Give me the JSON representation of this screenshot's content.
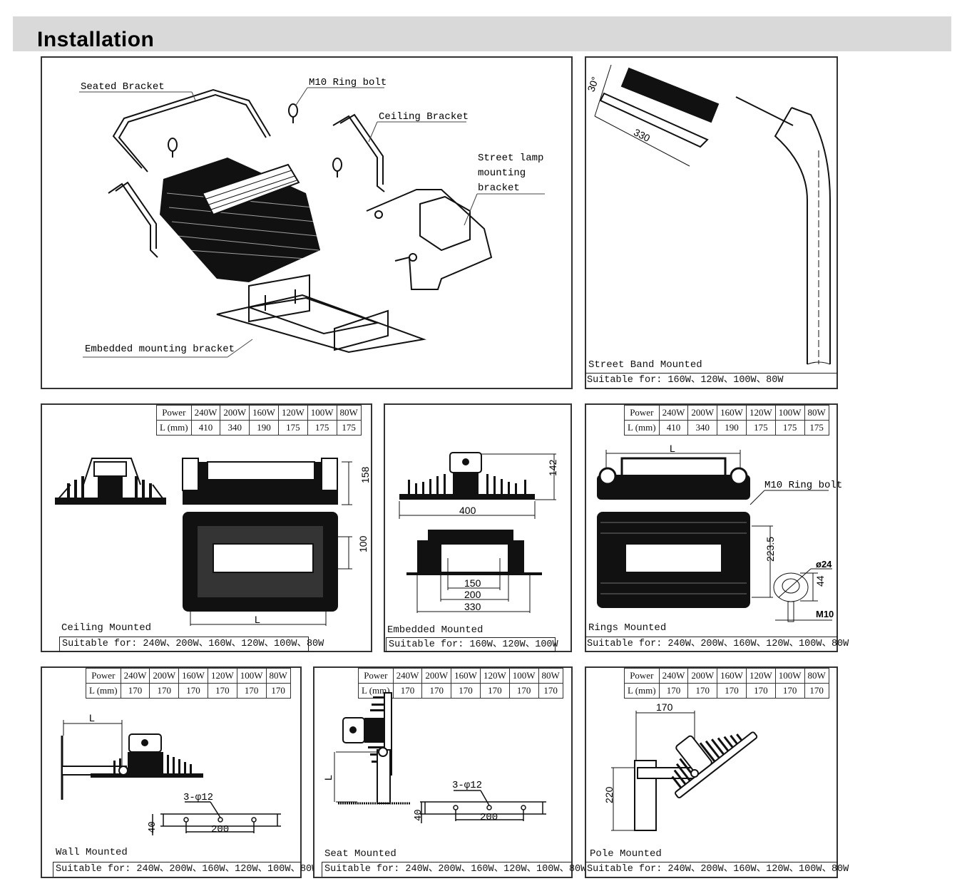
{
  "header": {
    "title": "Installation"
  },
  "exploded_view": {
    "labels": {
      "seated_bracket": "Seated Bracket",
      "ring_bolt": "M10 Ring bolt",
      "ceiling_bracket": "Ceiling Bracket",
      "street_lamp_bracket_line1": "Street lamp",
      "street_lamp_bracket_line2": "mounting",
      "street_lamp_bracket_line3": "bracket",
      "embedded_bracket": "Embedded mounting bracket"
    }
  },
  "panels": {
    "street": {
      "title": "Street Band Mounted",
      "suitable": "Suitable for: 160W、120W、100W、80W",
      "dims": {
        "angle": "30°",
        "length": "330"
      }
    },
    "ceiling": {
      "title": "Ceiling Mounted",
      "suitable": "Suitable for: 240W、200W、160W、120W、100W、80W",
      "table": {
        "row1_label": "Power",
        "row2_label": "L (mm)",
        "powers": [
          "240W",
          "200W",
          "160W",
          "120W",
          "100W",
          "80W"
        ],
        "lengths": [
          "410",
          "340",
          "190",
          "175",
          "175",
          "175"
        ]
      },
      "dims": {
        "height": "158",
        "spacing": "100",
        "length": "L"
      }
    },
    "embedded": {
      "title": "Embedded Mounted",
      "suitable": "Suitable for: 160W、120W、100W",
      "dims": {
        "height": "142",
        "width": "400",
        "d1": "150",
        "d2": "200",
        "d3": "330"
      }
    },
    "rings": {
      "title": "Rings Mounted",
      "suitable": "Suitable for: 240W、200W、160W、120W、100W、80W",
      "table": {
        "row1_label": "Power",
        "row2_label": "L (mm)",
        "powers": [
          "240W",
          "200W",
          "160W",
          "120W",
          "100W",
          "80W"
        ],
        "lengths": [
          "410",
          "340",
          "190",
          "175",
          "175",
          "175"
        ]
      },
      "dims": {
        "length": "L",
        "ring_bolt": "M10 Ring bolt",
        "spacing": "223.5",
        "diameter": "ø24",
        "ring_height": "44",
        "thread": "M10"
      }
    },
    "wall": {
      "title": "Wall Mounted",
      "suitable": "Suitable for: 240W、200W、160W、120W、100W、80W",
      "table": {
        "row1_label": "Power",
        "row2_label": "L (mm)",
        "powers": [
          "240W",
          "200W",
          "160W",
          "120W",
          "100W",
          "80W"
        ],
        "lengths": [
          "170",
          "170",
          "170",
          "170",
          "170",
          "170"
        ]
      },
      "dims": {
        "length": "L",
        "holes": "3-φ12",
        "height": "40",
        "spacing": "200"
      }
    },
    "seat": {
      "title": "Seat Mounted",
      "suitable": "Suitable for: 240W、200W、160W、120W、100W、80W",
      "table": {
        "row1_label": "Power",
        "row2_label": "L (mm)",
        "powers": [
          "240W",
          "200W",
          "160W",
          "120W",
          "100W",
          "80W"
        ],
        "lengths": [
          "170",
          "170",
          "170",
          "170",
          "170",
          "170"
        ]
      },
      "dims": {
        "length": "L",
        "holes": "3-φ12",
        "height": "40",
        "spacing": "200"
      }
    },
    "pole": {
      "title": "Pole Mounted",
      "suitable": "Suitable for: 240W、200W、160W、120W、100W、80W",
      "table": {
        "row1_label": "Power",
        "row2_label": "L (mm)",
        "powers": [
          "240W",
          "200W",
          "160W",
          "120W",
          "100W",
          "80W"
        ],
        "lengths": [
          "170",
          "170",
          "170",
          "170",
          "170",
          "170"
        ]
      },
      "dims": {
        "width": "170",
        "height": "220"
      }
    }
  }
}
